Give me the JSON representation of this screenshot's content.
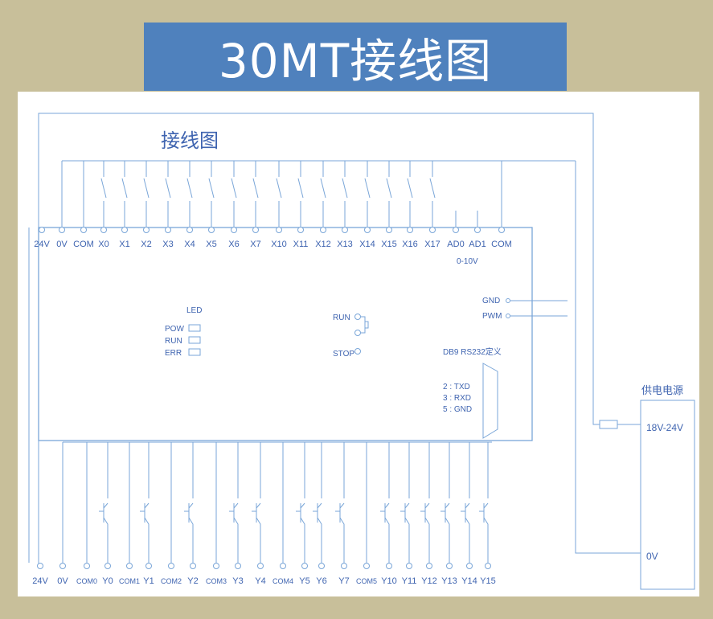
{
  "title": "30MT接线图",
  "subtitle": "接线图",
  "colors": {
    "line": "#7aa6d8",
    "text": "#3f64b0",
    "accent": "#4f81bd",
    "background": "#c8bf9a"
  },
  "top_terminals": [
    "24V",
    "0V",
    "COM",
    "X0",
    "X1",
    "X2",
    "X3",
    "X4",
    "X5",
    "X6",
    "X7",
    "X10",
    "X11",
    "X12",
    "X13",
    "X14",
    "X15",
    "X16",
    "X17",
    "AD0",
    "AD1",
    "COM"
  ],
  "analog_range": "0-10V",
  "led": {
    "title": "LED",
    "items": [
      "POW",
      "RUN",
      "ERR"
    ]
  },
  "switch": {
    "run": "RUN",
    "stop": "STOP"
  },
  "gnd_label": "GND",
  "pwm_label": "PWM",
  "db9": {
    "title": "DB9 RS232定义",
    "pins": [
      "2 : TXD",
      "3 : RXD",
      "5 : GND"
    ]
  },
  "bottom_terminals": [
    "24V",
    "0V",
    "COM0",
    "Y0",
    "COM1",
    "Y1",
    "COM2",
    "Y2",
    "COM3",
    "Y3",
    "Y4",
    "COM4",
    "Y5",
    "Y6",
    "Y7",
    "COM5",
    "Y10",
    "Y11",
    "Y12",
    "Y13",
    "Y14",
    "Y15"
  ],
  "power": {
    "title": "供电电源",
    "voltage": "18V-24V",
    "zero": "0V"
  }
}
